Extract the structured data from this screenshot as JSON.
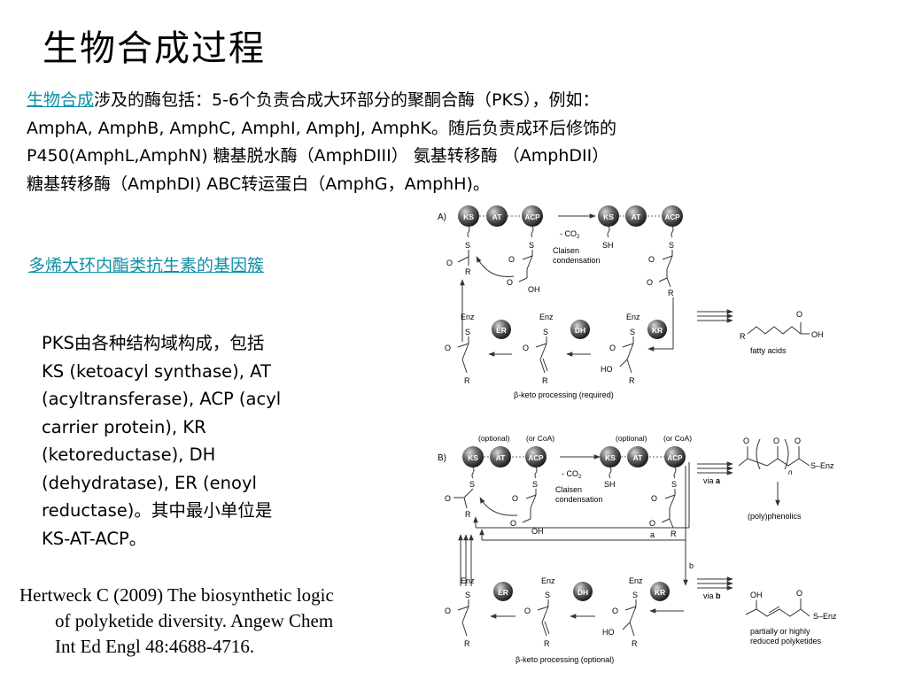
{
  "slide": {
    "title": "生物合成过程",
    "intro": {
      "link_text": "生物合成",
      "line1_rest": "涉及的酶包括：5-6个负责合成大环部分的聚酮合酶（PKS），例如：",
      "line2": "AmphA, AmphB, AmphC, AmphI, AmphJ, AmphK。随后负责成环后修饰的",
      "line3": "P450(AmphL,AmphN) 糖基脱水酶（AmphDIII） 氨基转移酶 （AmphDII）",
      "line4": "糖基转移酶（AmphDI) ABC转运蛋白（AmphG，AmphH)。"
    },
    "gene_cluster_link": "多烯大环内酯类抗生素的基因簇",
    "pks_description": [
      "PKS由各种结构域构成，包括",
      "KS (ketoacyl synthase), AT",
      "(acyltransferase), ACP (acyl",
      "carrier protein), KR",
      "(ketoreductase), DH",
      "(dehydratase), ER (enoyl",
      "reductase)。其中最小单位是",
      "KS-AT-ACP。"
    ],
    "reference": [
      "Hertweck C (2009) The biosynthetic logic",
      "of polyketide diversity. Angew Chem",
      "Int Ed Engl 48:4688-4716."
    ]
  },
  "scheme": {
    "panel_a": {
      "label": "A)",
      "domains": [
        "KS",
        "AT",
        "ACP"
      ],
      "tailoring": [
        "ER",
        "DH",
        "KR"
      ],
      "co2": "- CO",
      "co2_sub": "2",
      "condensation": [
        "Claisen",
        "condensation"
      ],
      "enz": "Enz",
      "s": "S",
      "sh": "SH",
      "o": "O",
      "oh": "OH",
      "ho": "HO",
      "r": "R",
      "product": "fatty acids",
      "processing_prefix": "β",
      "processing": "-keto processing (required)"
    },
    "panel_b": {
      "label": "B)",
      "domains": [
        "KS",
        "AT",
        "ACP"
      ],
      "tailoring": [
        "ER",
        "DH",
        "KR"
      ],
      "optional_left": "(optional)",
      "or_coa_left": "(or CoA)",
      "optional_right": "(optional)",
      "or_coa_right": "(or CoA)",
      "co2": "- CO",
      "co2_sub": "2",
      "condensation": [
        "Claisen",
        "condensation"
      ],
      "via_prefix": "via",
      "via_a": "a",
      "via_b": "b",
      "route_a": "a",
      "route_b": "b",
      "n_sub": "n",
      "s_enz": "S–Enz",
      "product_a": "(poly)phenolics",
      "product_b": [
        "partially or highly",
        "reduced polyketides"
      ],
      "processing_prefix": "β",
      "processing": "-keto processing (optional)"
    }
  }
}
